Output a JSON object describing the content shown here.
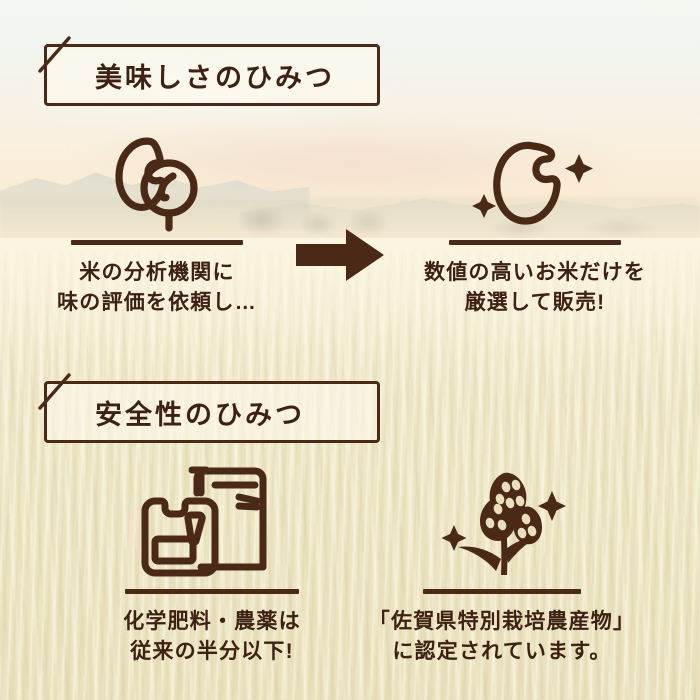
{
  "meta": {
    "language": "ja",
    "headline_color": "#3d2112",
    "line_color": "#4a2a17",
    "background_tone": "#efe6c6"
  },
  "sections": [
    {
      "id": "taste",
      "title": "美味しさのひみつ",
      "cells": [
        {
          "id": "analysis",
          "icon": "rice-grain-magnifier-icon",
          "caption_lines": [
            "米の分析機関に",
            "味の評価を依頼し…"
          ]
        },
        {
          "id": "selection",
          "icon": "rice-grain-sparkle-icon",
          "caption_lines": [
            "数値の高いお米だけを",
            "厳選して販売!"
          ]
        }
      ],
      "connector": {
        "id": "flow-arrow",
        "icon": "arrow-right-icon",
        "color": "#4a2a17"
      }
    },
    {
      "id": "safety",
      "title": "安全性のひみつ",
      "cells": [
        {
          "id": "chemicals",
          "icon": "fertilizer-container-icon",
          "caption_lines": [
            "化学肥料・農薬は",
            "従来の半分以下!"
          ]
        },
        {
          "id": "certified",
          "icon": "rice-ear-sparkle-icon",
          "caption_lines": [
            "「佐賀県特別栽培農産物」",
            "に認定されています。"
          ]
        }
      ]
    }
  ]
}
